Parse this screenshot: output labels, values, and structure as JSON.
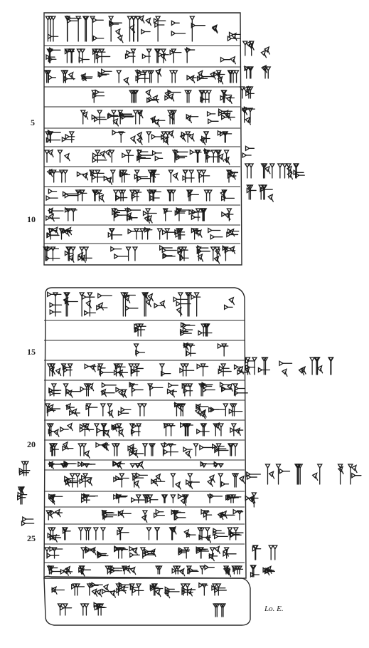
{
  "tablet": {
    "line_numbers": [
      "5",
      "10",
      "15",
      "20",
      "25"
    ],
    "lower_edge_label": "Lo. E."
  }
}
